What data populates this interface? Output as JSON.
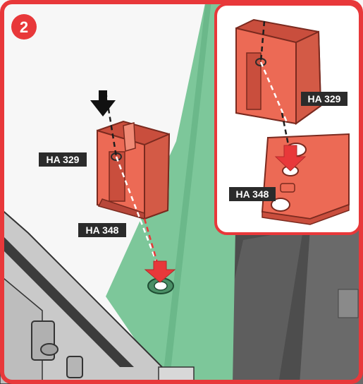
{
  "step": {
    "number": "2"
  },
  "labels": {
    "main_top": "HA 329",
    "main_bottom": "HA 348",
    "inset_top": "HA 329",
    "inset_bottom": "HA 348"
  },
  "colors": {
    "frame_red": "#e8383a",
    "part_orange": "#ec6a55",
    "part_shade": "#c94e3d",
    "rail_green": "#7dc79a",
    "label_bg": "#2b2b2b",
    "dark_gray": "#5a5a5a"
  },
  "icons": [
    "black-arrow-icon",
    "red-arrow-icon"
  ]
}
